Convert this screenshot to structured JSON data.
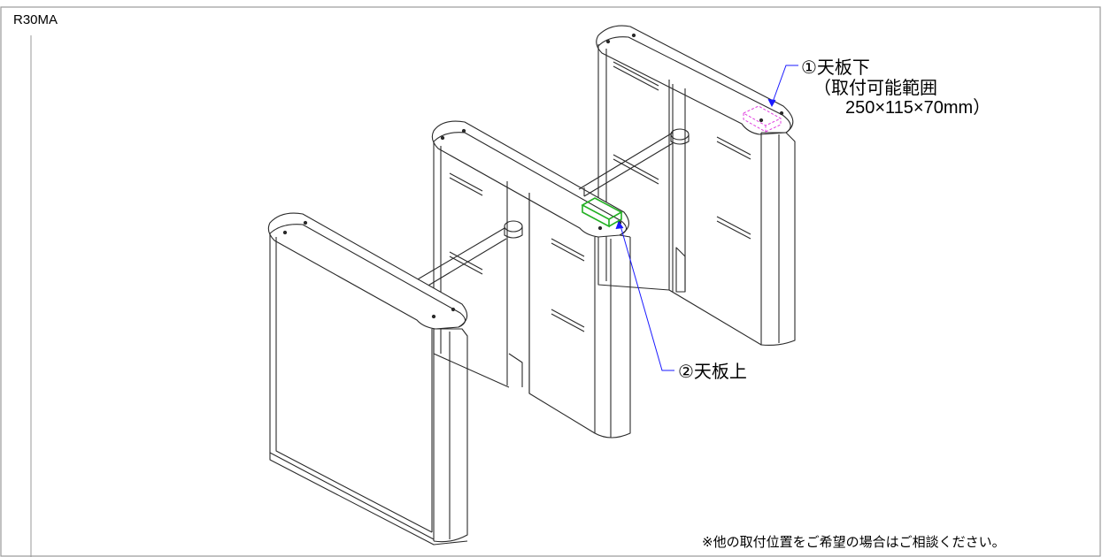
{
  "model_label": "R30MA",
  "callouts": {
    "under_top": {
      "line1": "①天板下",
      "line2": "（取付可能範囲",
      "line3": "250×115×70mm）",
      "color": "#e040e0"
    },
    "on_top": {
      "line1": "②天板上",
      "color": "#22b022"
    },
    "leader_color": "#1a1aff"
  },
  "footnote": "※他の取付位置をご希望の場合はご相談ください。",
  "colors": {
    "outline": "#2a2a2a",
    "frame_border": "#9a9a9a",
    "background": "#ffffff"
  }
}
